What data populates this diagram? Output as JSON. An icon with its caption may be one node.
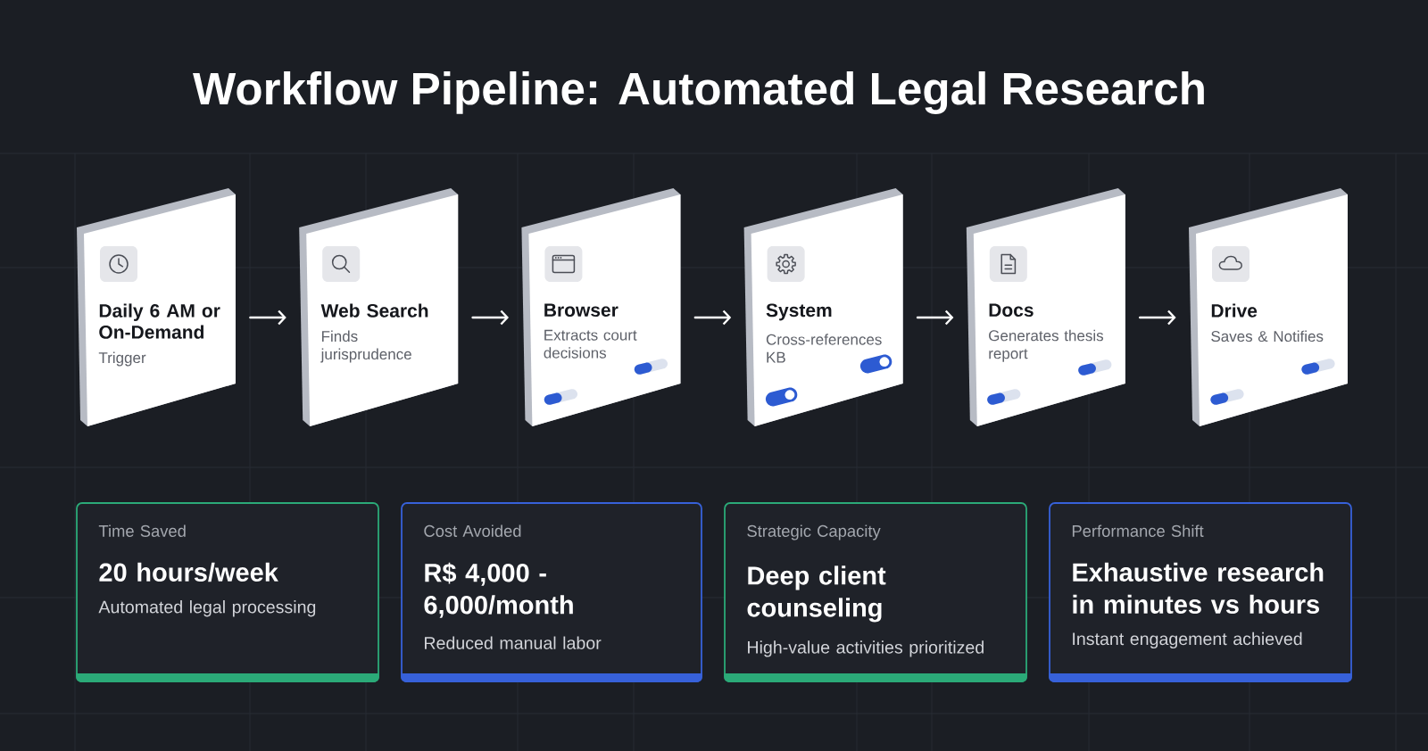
{
  "diagram": {
    "title": "Workflow Pipeline: Automated Legal Research",
    "nodes": [
      {
        "text": [
          "Daily 6 AM or On-Demand",
          "Trigger"
        ]
      },
      {
        "text": [
          "Web Search",
          "Finds jurisprudence"
        ]
      },
      {
        "text": [
          "Browser",
          "Extracts court decisions"
        ]
      },
      {
        "text": [
          "System",
          "Cross-references KB"
        ]
      },
      {
        "text": [
          "Docs",
          "Generates thesis report"
        ]
      },
      {
        "text": [
          "Drive",
          "Saves & Notifies"
        ]
      },
      {
        "text": [
          "Time Saved",
          "20 hours/week",
          "Automated legal processing"
        ]
      },
      {
        "text": [
          "Cost Avoided",
          "R$ 4,000 - 6,000/month",
          "Reduced manual labor"
        ]
      },
      {
        "text": [
          "Strategic Capacity",
          "Deep client counseling",
          "High-value activities prioritized"
        ]
      },
      {
        "text": [
          "Performance Shift",
          "Exhaustive research in minutes vs hours",
          "Instant engagement achieved"
        ]
      }
    ],
    "edges": [
      {
        "from": 0,
        "to": 1,
        "arrow": "to"
      },
      {
        "from": 1,
        "to": 2,
        "arrow": "to"
      },
      {
        "from": 2,
        "to": 3,
        "arrow": "to"
      },
      {
        "from": 3,
        "to": 4,
        "arrow": "to"
      },
      {
        "from": 4,
        "to": 5,
        "arrow": "to"
      }
    ]
  }
}
